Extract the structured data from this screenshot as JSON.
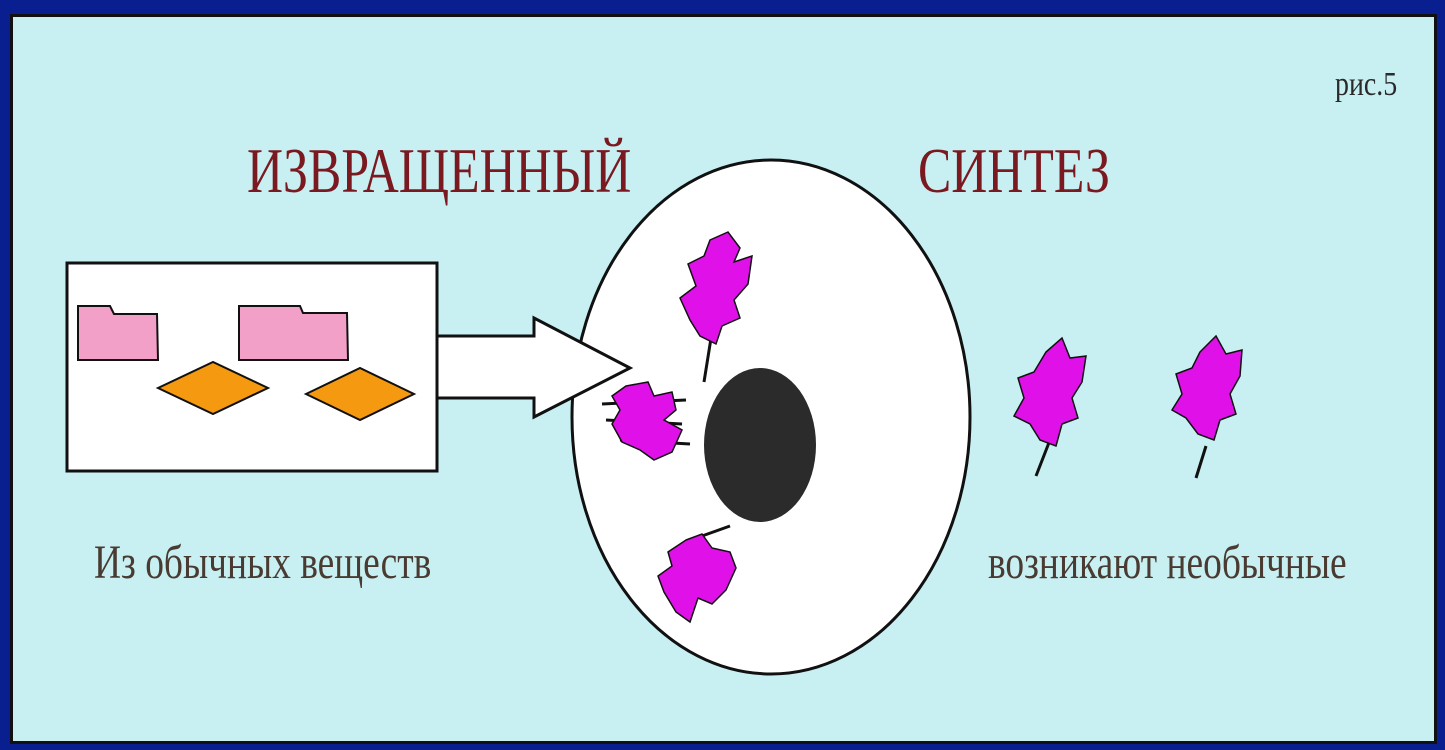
{
  "figure_label": "рис.5",
  "title": {
    "left": "ИЗВРАЩЕННЫЙ",
    "right": "СИНТЕЗ"
  },
  "captions": {
    "left": "Из обычных веществ",
    "right": "возникают необычные"
  },
  "colors": {
    "frame": "#0a1f8f",
    "background": "#c8f0f2",
    "title_text": "#7a1a20",
    "caption_text": "#4a3b32",
    "pink_blocks": "#f2a0c8",
    "orange_diamonds": "#f59a10",
    "magenta_molecules": "#e010e8",
    "nucleus": "#2b2b2b",
    "cell": "#ffffff"
  },
  "icons": [
    "pink-rect-block",
    "orange-diamond",
    "magenta-molecule",
    "nucleus",
    "cell",
    "input-arrow"
  ]
}
